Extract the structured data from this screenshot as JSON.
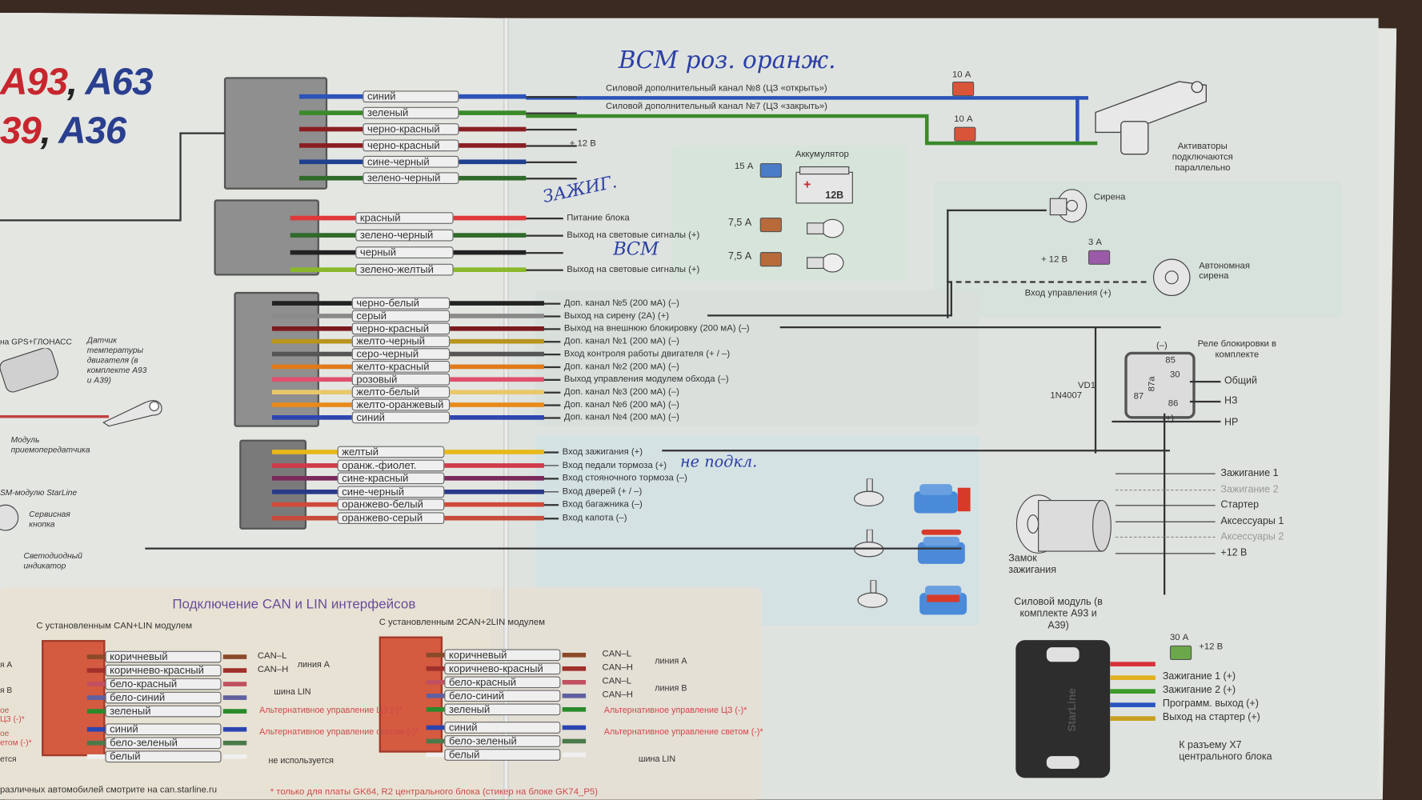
{
  "title": {
    "part1_red": "A93",
    "sep1": ",",
    "part1_blue": "A63",
    "part2_red": "39",
    "sep2": ",",
    "part2_blue": "A36"
  },
  "handwritten": {
    "top": "ВСМ роз. оранж.",
    "ignition": "ЗАЖИГ.",
    "bcm": "ВСМ",
    "not_connected": "не подкл."
  },
  "colors": {
    "red": "#c8262e",
    "blue": "#2a3f8f",
    "handwriting": "#2b3fa6",
    "can_title": "#6a4c9a",
    "note_red": "#d0484a"
  },
  "power_channels": [
    {
      "label": "Силовой дополнительный канал №8 (ЦЗ «открыть»)",
      "fuse": "10 А"
    },
    {
      "label": "Силовой дополнительный канал №7 (ЦЗ «закрыть»)",
      "fuse": "10 А"
    }
  ],
  "actuators_note": "Активаторы подключаются параллельно",
  "connector1": {
    "wires": [
      {
        "name": "синий",
        "color": "#2d53b8"
      },
      {
        "name": "зеленый",
        "color": "#3a8a2a"
      },
      {
        "name": "черно-красный",
        "color": "#8a1e22"
      },
      {
        "name": "черно-красный",
        "color": "#8a1e22"
      },
      {
        "name": "сине-черный",
        "color": "#1f3f8f"
      },
      {
        "name": "зелено-черный",
        "color": "#2f6a2a"
      }
    ],
    "plus12": "+ 12 В"
  },
  "connector2": {
    "wires": [
      {
        "name": "красный",
        "color": "#e0383a",
        "func": "Питание блока"
      },
      {
        "name": "зелено-черный",
        "color": "#2f6a2a",
        "func": "Выход на световые сигналы (+)"
      },
      {
        "name": "черный",
        "color": "#222222",
        "func": ""
      },
      {
        "name": "зелено-желтый",
        "color": "#8ab82a",
        "func": "Выход на световые сигналы (+)"
      }
    ],
    "fuses": {
      "battery": "15 А",
      "light1": "7,5 А",
      "light2": "7,5 А"
    },
    "battery_label": "Аккумулятор",
    "battery_voltage": "12В"
  },
  "siren": {
    "label": "Сирена",
    "autonomous_label": "Автономная сирена",
    "fuse": "3 А",
    "plus12": "+ 12 В",
    "control_input": "Вход управления (+)"
  },
  "connector3": {
    "wires": [
      {
        "name": "черно-белый",
        "color": "#222222",
        "func": "Доп. канал №5 (200 мА) (–)"
      },
      {
        "name": "серый",
        "color": "#8a8a8a",
        "func": "Выход на сирену (2А) (+)"
      },
      {
        "name": "черно-красный",
        "color": "#7a1a1e",
        "func": "Выход на  внешнюю блокировку (200 мА) (–)"
      },
      {
        "name": "желто-черный",
        "color": "#b8951e",
        "func": "Доп. канал №1 (200 мА) (–)"
      },
      {
        "name": "серо-черный",
        "color": "#555555",
        "func": "Вход контроля работы двигателя (+ / –)"
      },
      {
        "name": "желто-красный",
        "color": "#e07a1a",
        "func": "Доп. канал №2 (200 мА) (–)"
      },
      {
        "name": "розовый",
        "color": "#e0506e",
        "func": "Выход управления модулем обхода (–)"
      },
      {
        "name": "желто-белый",
        "color": "#e8c86a",
        "func": "Доп. канал №3 (200 мА) (–)"
      },
      {
        "name": "желто-оранжевый",
        "color": "#e88a1a",
        "func": "Доп. канал №6 (200 мА) (–)"
      },
      {
        "name": "синий",
        "color": "#2d45b0",
        "func": "Доп. канал №4 (200 мА) (–)"
      }
    ]
  },
  "connector4": {
    "wires": [
      {
        "name": "желтый",
        "color": "#e8b81a",
        "func": "Вход зажигания (+)"
      },
      {
        "name": "оранж.-фиолет.",
        "color": "#d03a4a",
        "func": "Вход педали тормоза (+)"
      },
      {
        "name": "сине-красный",
        "color": "#7a2a5a",
        "func": "Вход стояночного тормоза (–)"
      },
      {
        "name": "сине-черный",
        "color": "#2a3a8a",
        "func": "Вход дверей (+ / –)"
      },
      {
        "name": "оранжево-белый",
        "color": "#d04a3a",
        "func": "Вход багажника (–)"
      },
      {
        "name": "оранжево-серый",
        "color": "#c84a3a",
        "func": "Вход капота (–)"
      }
    ]
  },
  "relay": {
    "title": "Реле блокировки в комплекте",
    "pins": [
      "85",
      "30",
      "87a",
      "87",
      "86"
    ],
    "minus": "(–)",
    "plus": "(+)",
    "outputs": [
      "Общий",
      "НЗ",
      "НР"
    ],
    "diode_name": "VD1",
    "diode_model": "1N4007"
  },
  "ignition_switch": {
    "label": "Замок зажигания",
    "outputs": [
      {
        "label": "Зажигание 1",
        "dashed": false
      },
      {
        "label": "Зажигание 2",
        "dashed": true
      },
      {
        "label": "Стартер",
        "dashed": false
      },
      {
        "label": "Аксессуары 1",
        "dashed": false
      },
      {
        "label": "Аксессуары 2",
        "dashed": true
      },
      {
        "label": "+12 В",
        "dashed": false
      }
    ]
  },
  "power_module": {
    "title": "Силовой модуль (в комплекте А93 и А39)",
    "fuse": "30 А",
    "plus12": "+12 В",
    "brand": "StarLine",
    "wires": [
      {
        "label": "",
        "color": "#d8323a"
      },
      {
        "label": "Зажигание 1 (+)",
        "color": "#e0b020"
      },
      {
        "label": "Зажигание 2 (+)",
        "color": "#3a9a2a"
      },
      {
        "label": "Программ. выход (+)",
        "color": "#2a55c0"
      },
      {
        "label": "Выход на стартер (+)",
        "color": "#c8a020"
      }
    ],
    "x7_note": "К разъему Х7 центрального блока"
  },
  "left_accessories": {
    "gps": "на GPS+ГЛОНАСС",
    "temp_sensor": "Датчик температуры двигателя (в комплекте А93 и А39)",
    "transceiver": "Модуль приемопередатчика",
    "gsm": "SM-модулю StarLine",
    "service_button": "Сервисная кнопка",
    "led": "Светодиодный индикатор"
  },
  "can_section": {
    "title": "Подключение CAN и LIN интерфейсов",
    "left": {
      "subtitle": "С установленным CAN+LIN модулем",
      "wires": [
        {
          "name": "коричневый",
          "color": "#8a4a2a",
          "signal": "CAN–L"
        },
        {
          "name": "коричнево-красный",
          "color": "#a0302a",
          "signal": "CAN–H"
        },
        {
          "name": "бело-красный",
          "color": "#c05060",
          "signal": ""
        },
        {
          "name": "бело-синий",
          "color": "#6060a0",
          "signal": ""
        },
        {
          "name": "зеленый",
          "color": "#2a8a2a",
          "signal": ""
        },
        {
          "name": "синий",
          "color": "#2a45b0",
          "signal": ""
        },
        {
          "name": "бело-зеленый",
          "color": "#4a7a4a",
          "signal": ""
        },
        {
          "name": "белый",
          "color": "#f0f0f0",
          "signal": ""
        }
      ],
      "groups": [
        "линия А",
        "шина LIN",
        "Альтернативное управление ЦЗ (-)*",
        "Альтернативное управление светом (-)*",
        "не используется"
      ]
    },
    "right": {
      "subtitle": "С установленным 2CAN+2LIN модулем",
      "wires": [
        {
          "name": "коричневый",
          "color": "#8a4a2a",
          "signal": "CAN–L"
        },
        {
          "name": "коричнево-красный",
          "color": "#a0302a",
          "signal": "CAN–H"
        },
        {
          "name": "бело-красный",
          "color": "#c05060",
          "signal": "CAN–L"
        },
        {
          "name": "бело-синий",
          "color": "#6060a0",
          "signal": "CAN–H"
        },
        {
          "name": "зеленый",
          "color": "#2a8a2a",
          "signal": ""
        },
        {
          "name": "синий",
          "color": "#2a45b0",
          "signal": ""
        },
        {
          "name": "бело-зеленый",
          "color": "#4a7a4a",
          "signal": ""
        },
        {
          "name": "белый",
          "color": "#f0f0f0",
          "signal": ""
        }
      ],
      "groups": [
        "линия А",
        "линия В",
        "Альтернативное управление ЦЗ (-)*",
        "Альтернативное управление светом (-)*",
        "шина LIN"
      ]
    },
    "left_edge_labels": [
      "я А",
      "я В",
      "ое",
      "ЦЗ (-)*",
      "ое",
      "етом (-)*",
      "ется"
    ],
    "footer_link": "различных автомобилей смотрите на can.starline.ru",
    "footnote": "* только для платы GK64, R2 центрального блока (стикер на блоке GK74_P5)"
  }
}
